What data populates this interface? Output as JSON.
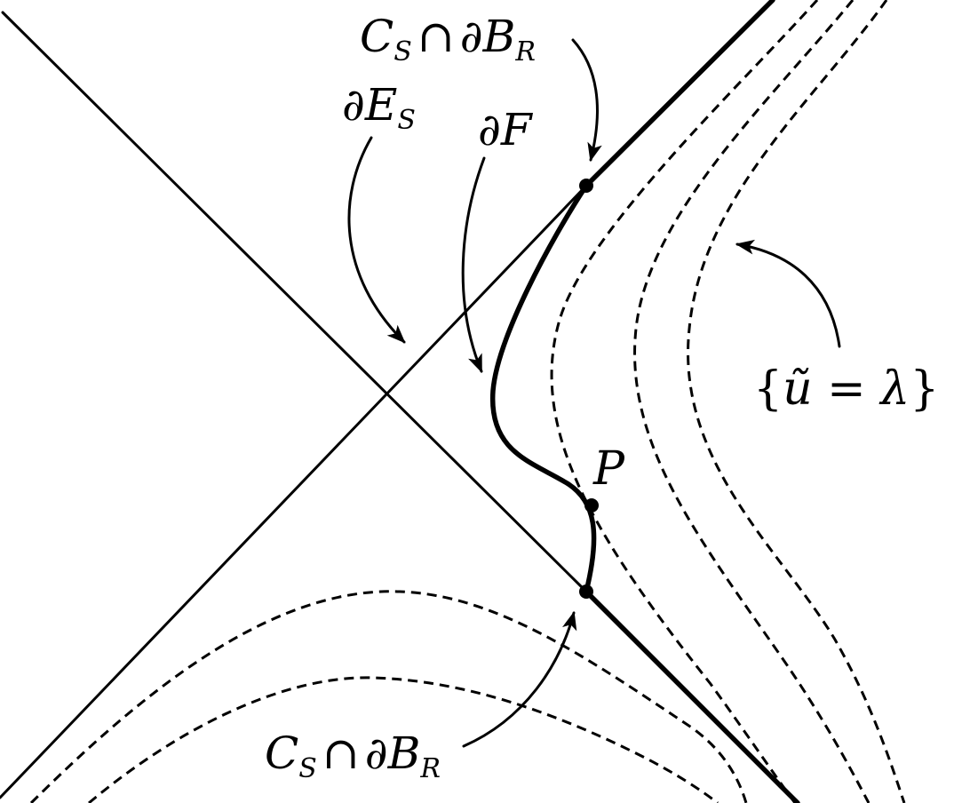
{
  "labels": {
    "cs_bdry_top": {
      "script": "C",
      "sub1": "S",
      "cap": "∩",
      "partial": "∂",
      "ball": "B",
      "sub2": "R"
    },
    "partial_es": {
      "partial": "∂",
      "main": "E",
      "sub": "S"
    },
    "partial_f": {
      "partial": "∂",
      "main": "F"
    },
    "level_set": {
      "open": "{",
      "u": "ũ",
      "eq": " = ",
      "lambda": "λ",
      "close": "}"
    },
    "point_p": "P",
    "cs_bdry_bottom": {
      "script": "C",
      "sub1": "S",
      "cap": "∩",
      "partial": "∂",
      "ball": "B",
      "sub2": "R"
    }
  },
  "colors": {
    "stroke": "#000000",
    "background": "#ffffff"
  }
}
